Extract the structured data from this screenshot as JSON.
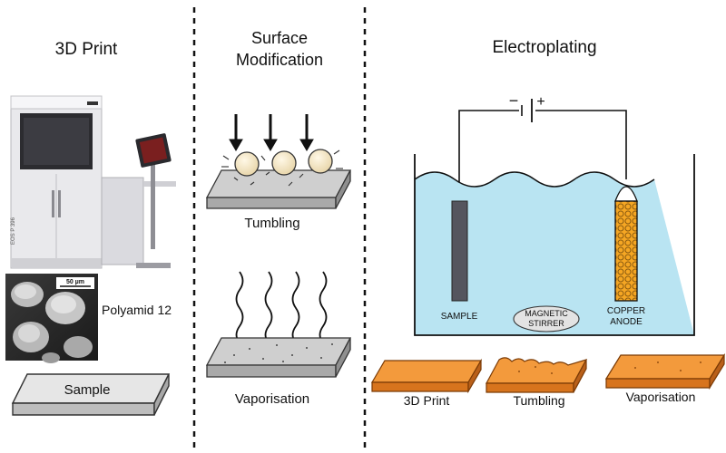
{
  "panels": {
    "print": {
      "title": "3D Print",
      "machine_label": "EOS P 396",
      "micrograph_scale": "50 µm",
      "material": "Polyamid 12",
      "sample": "Sample"
    },
    "surface": {
      "title_line1": "Surface",
      "title_line2": "Modification",
      "tumbling": "Tumbling",
      "vaporisation": "Vaporisation"
    },
    "electro": {
      "title": "Electroplating",
      "minus": "−",
      "plus": "+",
      "sample": "SAMPLE",
      "stirrer_line1": "MAGNETIC",
      "stirrer_line2": "STIRRER",
      "anode_line1": "COPPER",
      "anode_line2": "ANODE",
      "results": [
        "3D Print",
        "Tumbling",
        "Vaporisation"
      ]
    }
  },
  "colors": {
    "water": "#b9e4f2",
    "copper": "#f08a2a",
    "copper_dark": "#c8661a",
    "slab": "#d9d9d9",
    "anode": "#f5a623"
  }
}
